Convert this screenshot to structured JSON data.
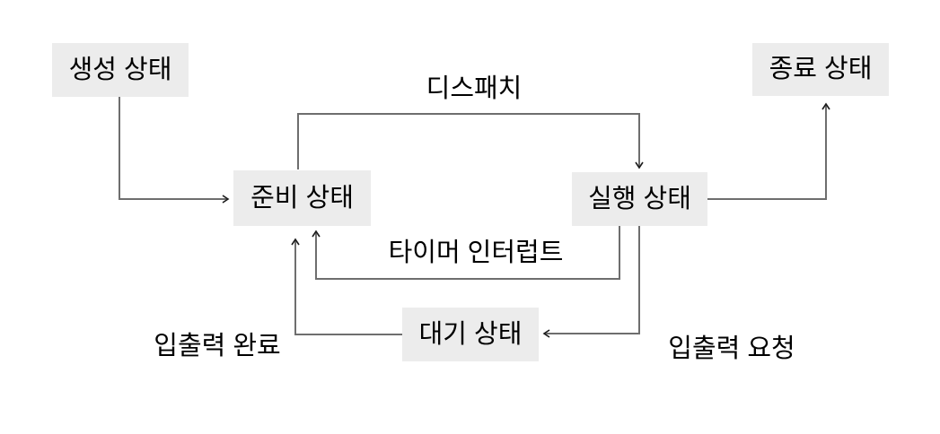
{
  "nodes": {
    "created": {
      "label": "생성 상태"
    },
    "ready": {
      "label": "준비 상태"
    },
    "running": {
      "label": "실행 상태"
    },
    "waiting": {
      "label": "대기 상태"
    },
    "terminated": {
      "label": "종료 상태"
    }
  },
  "edges": {
    "admit": {
      "from": "created",
      "to": "ready"
    },
    "dispatch": {
      "label": "디스패치",
      "from": "ready",
      "to": "running"
    },
    "timer_interrupt": {
      "label": "타이머 인터럽트",
      "from": "running",
      "to": "ready"
    },
    "io_request": {
      "label": "입출력 요청",
      "from": "running",
      "to": "waiting"
    },
    "io_complete": {
      "label": "입출력 완료",
      "from": "waiting",
      "to": "ready"
    },
    "exit": {
      "from": "running",
      "to": "terminated"
    }
  },
  "colors": {
    "background": "#ffffff",
    "node_fill": "#ececec",
    "line": "#6e6e6e",
    "arrowhead": "#1a1a1a",
    "text": "#000000"
  }
}
